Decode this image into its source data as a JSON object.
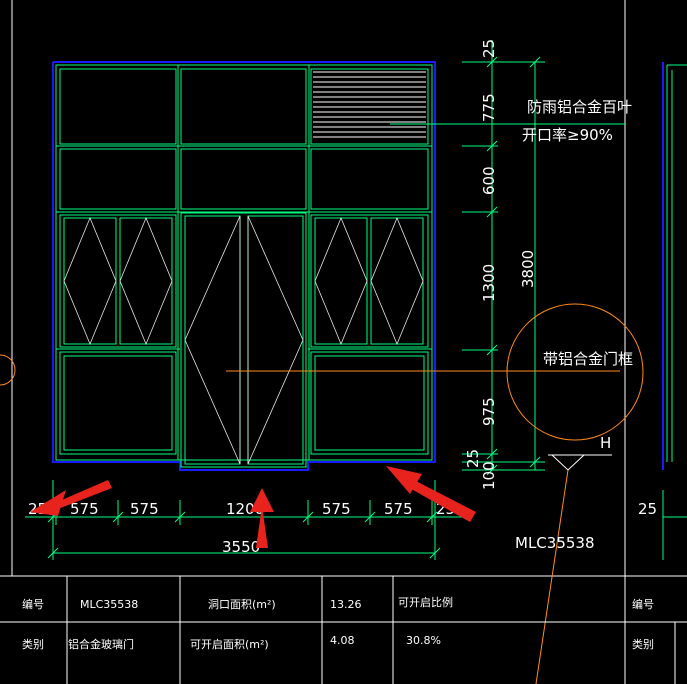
{
  "drawing": {
    "dims_bottom": [
      "25",
      "575",
      "575",
      "1200",
      "575",
      "575",
      "25"
    ],
    "total_width": "3550",
    "dims_right": [
      "25",
      "775",
      "600",
      "1300",
      "975",
      "25",
      "100"
    ],
    "total_height": "3800",
    "notes": {
      "louver_line1": "防雨铝合金百叶",
      "louver_line2": "开口率≥90%",
      "frame_note": "带铝合金门框",
      "marker": "H",
      "code": "MLC35538",
      "right_partial_dim": "25"
    }
  },
  "table": {
    "row1": [
      "编号",
      "MLC35538",
      "洞口面积(m²)",
      "13.26",
      "可开启比例",
      "",
      "编号"
    ],
    "row2": [
      "类别",
      "铝合金玻璃门",
      "可开启面积(m²)",
      "4.08",
      "30.8%",
      "",
      "类别"
    ]
  },
  "colors": {
    "green": "#00ff7f",
    "blue": "#1a1aff",
    "orange": "#ff8c1a",
    "white": "#ffffff",
    "red": "#e8231d"
  }
}
